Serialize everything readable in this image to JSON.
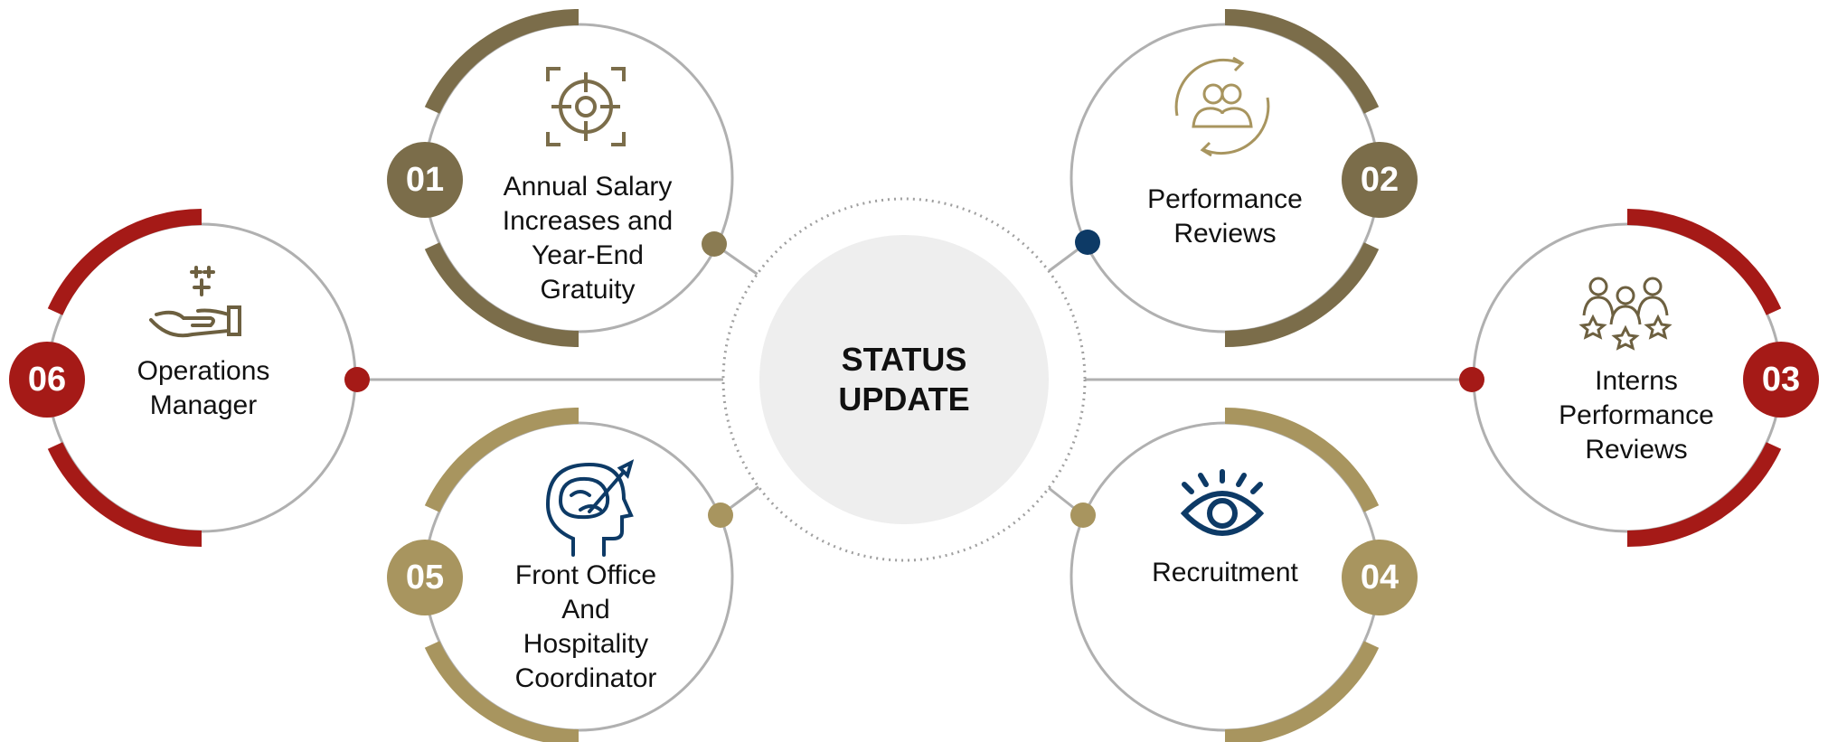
{
  "center": {
    "line1": "STATUS",
    "line2": "UPDATE"
  },
  "colors": {
    "dark_gold": "#7b6d4a",
    "light_gold": "#a8955f",
    "red": "#a51a17",
    "navy": "#0d3a66",
    "ring_gray": "#a8a8a8",
    "center_fill": "#eeeeee"
  },
  "items": [
    {
      "number": "01",
      "label": [
        "Annual Salary",
        "Increases and",
        "Year-End",
        "Gratuity"
      ],
      "icon": "target-icon"
    },
    {
      "number": "02",
      "label": [
        "Performance",
        "Reviews"
      ],
      "icon": "team-cycle-icon"
    },
    {
      "number": "03",
      "label": [
        "Interns",
        "Performance",
        "Reviews"
      ],
      "icon": "team-stars-icon"
    },
    {
      "number": "04",
      "label": [
        "Recruitment"
      ],
      "icon": "eye-icon"
    },
    {
      "number": "05",
      "label": [
        "Front Office",
        "And",
        "Hospitality",
        "Coordinator"
      ],
      "icon": "brain-pencil-icon"
    },
    {
      "number": "06",
      "label": [
        "Operations",
        "Manager"
      ],
      "icon": "hand-sparkle-icon"
    }
  ]
}
